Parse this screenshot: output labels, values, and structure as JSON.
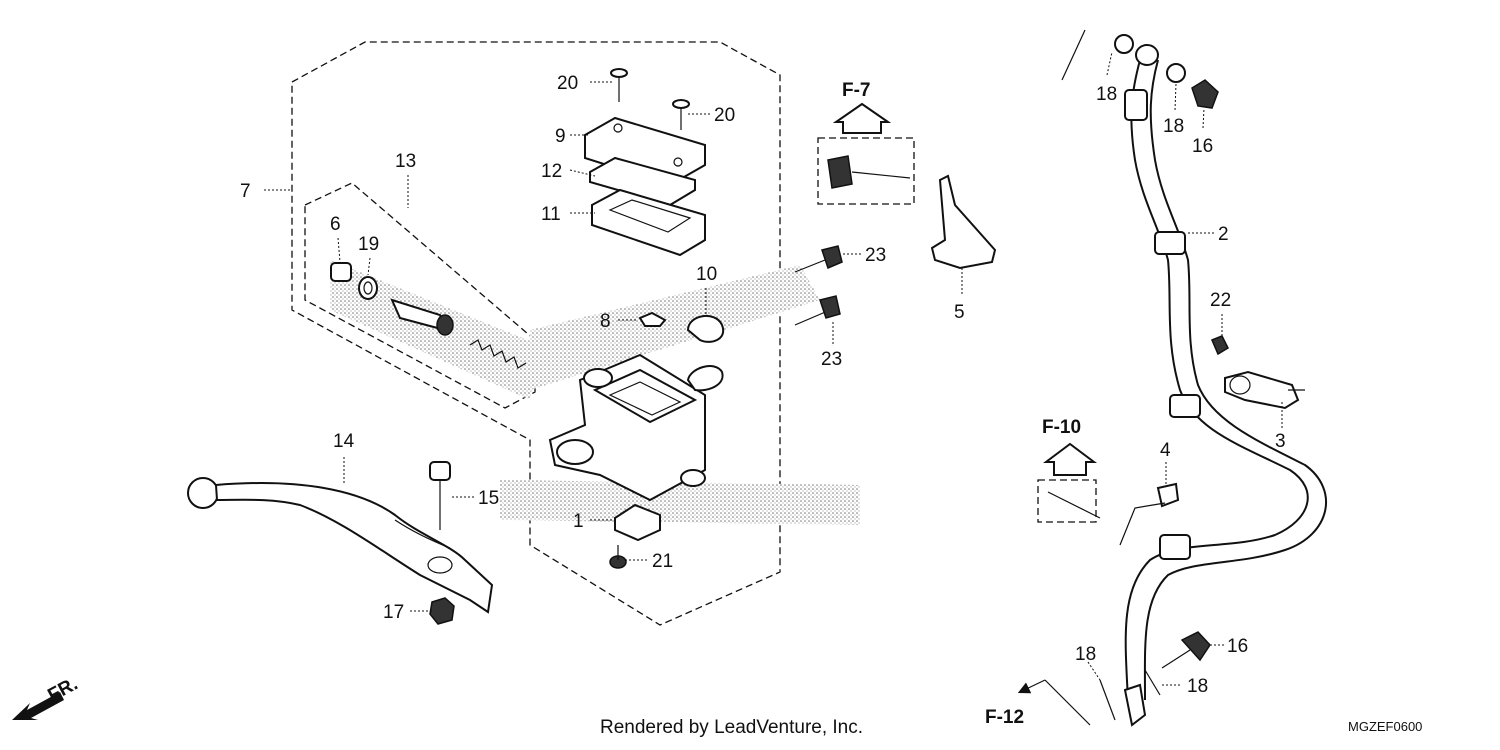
{
  "labels": {
    "p1": "1",
    "p2": "2",
    "p3": "3",
    "p4": "4",
    "p5": "5",
    "p6": "6",
    "p7": "7",
    "p8": "8",
    "p9": "9",
    "p10": "10",
    "p11": "11",
    "p12": "12",
    "p13": "13",
    "p14": "14",
    "p15": "15",
    "p16a": "16",
    "p16b": "16",
    "p17": "17",
    "p18a": "18",
    "p18b": "18",
    "p18c": "18",
    "p18d": "18",
    "p19": "19",
    "p20a": "20",
    "p20b": "20",
    "p21": "21",
    "p22": "22",
    "p23a": "23",
    "p23b": "23"
  },
  "refs": {
    "f7": "F-7",
    "f10": "F-10",
    "f12": "F-12"
  },
  "direction": "FR.",
  "footer": "Rendered by LeadVenture, Inc.",
  "code": "MGZEF0600"
}
